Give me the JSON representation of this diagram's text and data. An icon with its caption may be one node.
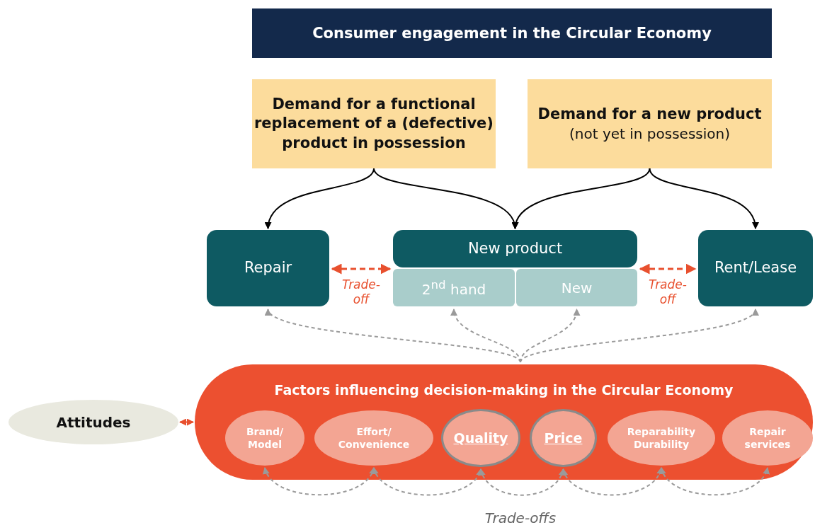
{
  "diagram": {
    "title": "Consumer engagement in the Circular Economy",
    "nodes": [
      {
        "text": [
          "Demand for a functional replacement of a (defective) product in possession"
        ]
      },
      {
        "text": [
          "Demand for a new product",
          "(not yet in possession)"
        ]
      },
      {
        "text": [
          "Repair"
        ]
      },
      {
        "text": [
          "New product"
        ]
      },
      {
        "text": [
          "2$^{nd}$ hand"
        ]
      },
      {
        "text": [
          "New"
        ]
      },
      {
        "text": [
          "Rent/Lease"
        ]
      },
      {
        "text": [
          "Factors influencing decision-making in the Circular Economy"
        ]
      },
      {
        "text": [
          "Brand/ Model"
        ],
        "in": 7
      },
      {
        "text": [
          "Effort/ Convenience"
        ],
        "in": 7
      },
      {
        "text": [
          "Quality"
        ],
        "in": 7
      },
      {
        "text": [
          "Price"
        ],
        "in": 7
      },
      {
        "text": [
          "Reparability Durability"
        ],
        "in": 7
      },
      {
        "text": [
          "Repair services"
        ],
        "in": 7
      },
      {
        "text": [
          "Attitudes"
        ]
      }
    ],
    "edges": [
      {
        "from": 0,
        "to": 2,
        "arrow": "to",
        "color": "#000000"
      },
      {
        "from": 0,
        "to": 3,
        "arrow": "to",
        "color": "#000000"
      },
      {
        "from": 1,
        "to": 3,
        "arrow": "to",
        "color": "#000000"
      },
      {
        "from": 1,
        "to": 6,
        "arrow": "to",
        "color": "#000000"
      },
      {
        "from": 2,
        "to": 4,
        "arrow": "both",
        "style": "dashed",
        "color": "#e8502e",
        "label": "Trade-off"
      },
      {
        "from": 5,
        "to": 6,
        "arrow": "both",
        "style": "dashed",
        "color": "#e8502e",
        "label": "Trade-off"
      },
      {
        "from": 7,
        "to": 2,
        "arrow": "to",
        "style": "dashed"
      },
      {
        "from": 7,
        "to": 4,
        "arrow": "to",
        "style": "dashed"
      },
      {
        "from": 7,
        "to": 5,
        "arrow": "to",
        "style": "dashed"
      },
      {
        "from": 7,
        "to": 6,
        "arrow": "to",
        "style": "dashed"
      },
      {
        "from": 14,
        "to": 7,
        "arrow": "both",
        "color": "#e8502e"
      },
      {
        "from": 8,
        "to": 9,
        "arrow": "both",
        "style": "dashed"
      },
      {
        "from": 9,
        "to": 10,
        "arrow": "both",
        "style": "dashed"
      },
      {
        "from": 10,
        "to": 11,
        "arrow": "both",
        "style": "dashed"
      },
      {
        "from": 11,
        "to": 12,
        "arrow": "both",
        "style": "dashed"
      },
      {
        "from": 12,
        "to": 13,
        "arrow": "both",
        "style": "dashed"
      }
    ],
    "labels": [
      "Trade-offs"
    ]
  }
}
